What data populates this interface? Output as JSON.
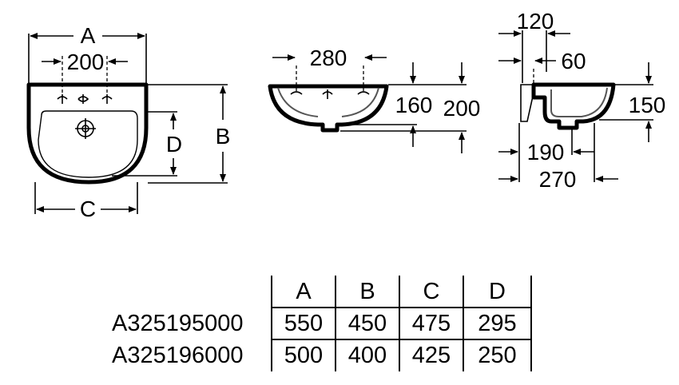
{
  "front_view": {
    "labels": {
      "a": "A",
      "b": "B",
      "c": "C",
      "d": "D",
      "tap_spacing": "200"
    }
  },
  "side_view": {
    "labels": {
      "width": "280",
      "depth_inner": "160",
      "depth_outer": "200"
    }
  },
  "profile_view": {
    "labels": {
      "top": "120",
      "offset": "60",
      "height": "150",
      "bowl": "190",
      "total": "270"
    }
  },
  "table": {
    "columns": [
      "A",
      "B",
      "C",
      "D"
    ],
    "rows": [
      {
        "code": "A325195000",
        "values": [
          "550",
          "450",
          "475",
          "295"
        ]
      },
      {
        "code": "A325196000",
        "values": [
          "500",
          "400",
          "425",
          "250"
        ]
      }
    ]
  }
}
